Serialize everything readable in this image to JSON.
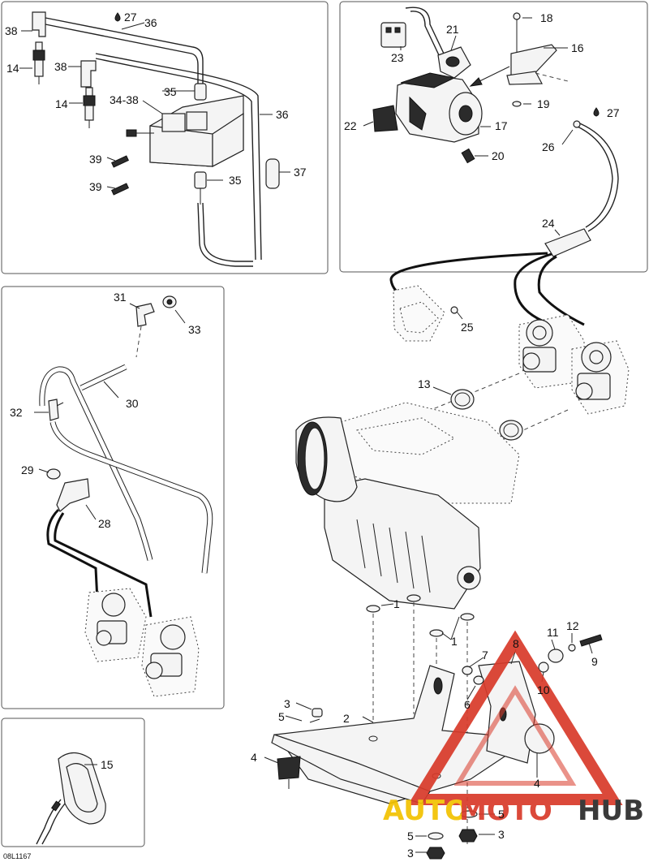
{
  "diagram_code": "08L1167",
  "watermark": {
    "text_a": "AUTO",
    "text_b": "MOTO",
    "text_c": "HUB",
    "color_a": "#f2c200",
    "color_b": "#d83a2a",
    "color_c": "#2a2a2a"
  },
  "colors": {
    "line": "#222222",
    "panel": "#555555",
    "warning": "#d83a2a"
  },
  "panels": {
    "ignition": {
      "callouts": [
        "38",
        "27",
        "36",
        "14",
        "38",
        "35",
        "34-38",
        "14",
        "36",
        "39",
        "39",
        "35",
        "37"
      ]
    },
    "handlebar": {
      "callouts": [
        "18",
        "21",
        "16",
        "23",
        "19",
        "22",
        "17",
        "27",
        "20",
        "26",
        "24",
        "25"
      ]
    },
    "lines": {
      "callouts": [
        "31",
        "33",
        "30",
        "32",
        "29",
        "28"
      ]
    },
    "primer": {
      "callouts": [
        "15"
      ]
    },
    "engine": {
      "callouts": [
        "13",
        "1",
        "1",
        "12",
        "11",
        "8",
        "7",
        "9",
        "10",
        "6",
        "3",
        "5",
        "2",
        "4",
        "4",
        "5",
        "5",
        "3",
        "3"
      ]
    }
  }
}
